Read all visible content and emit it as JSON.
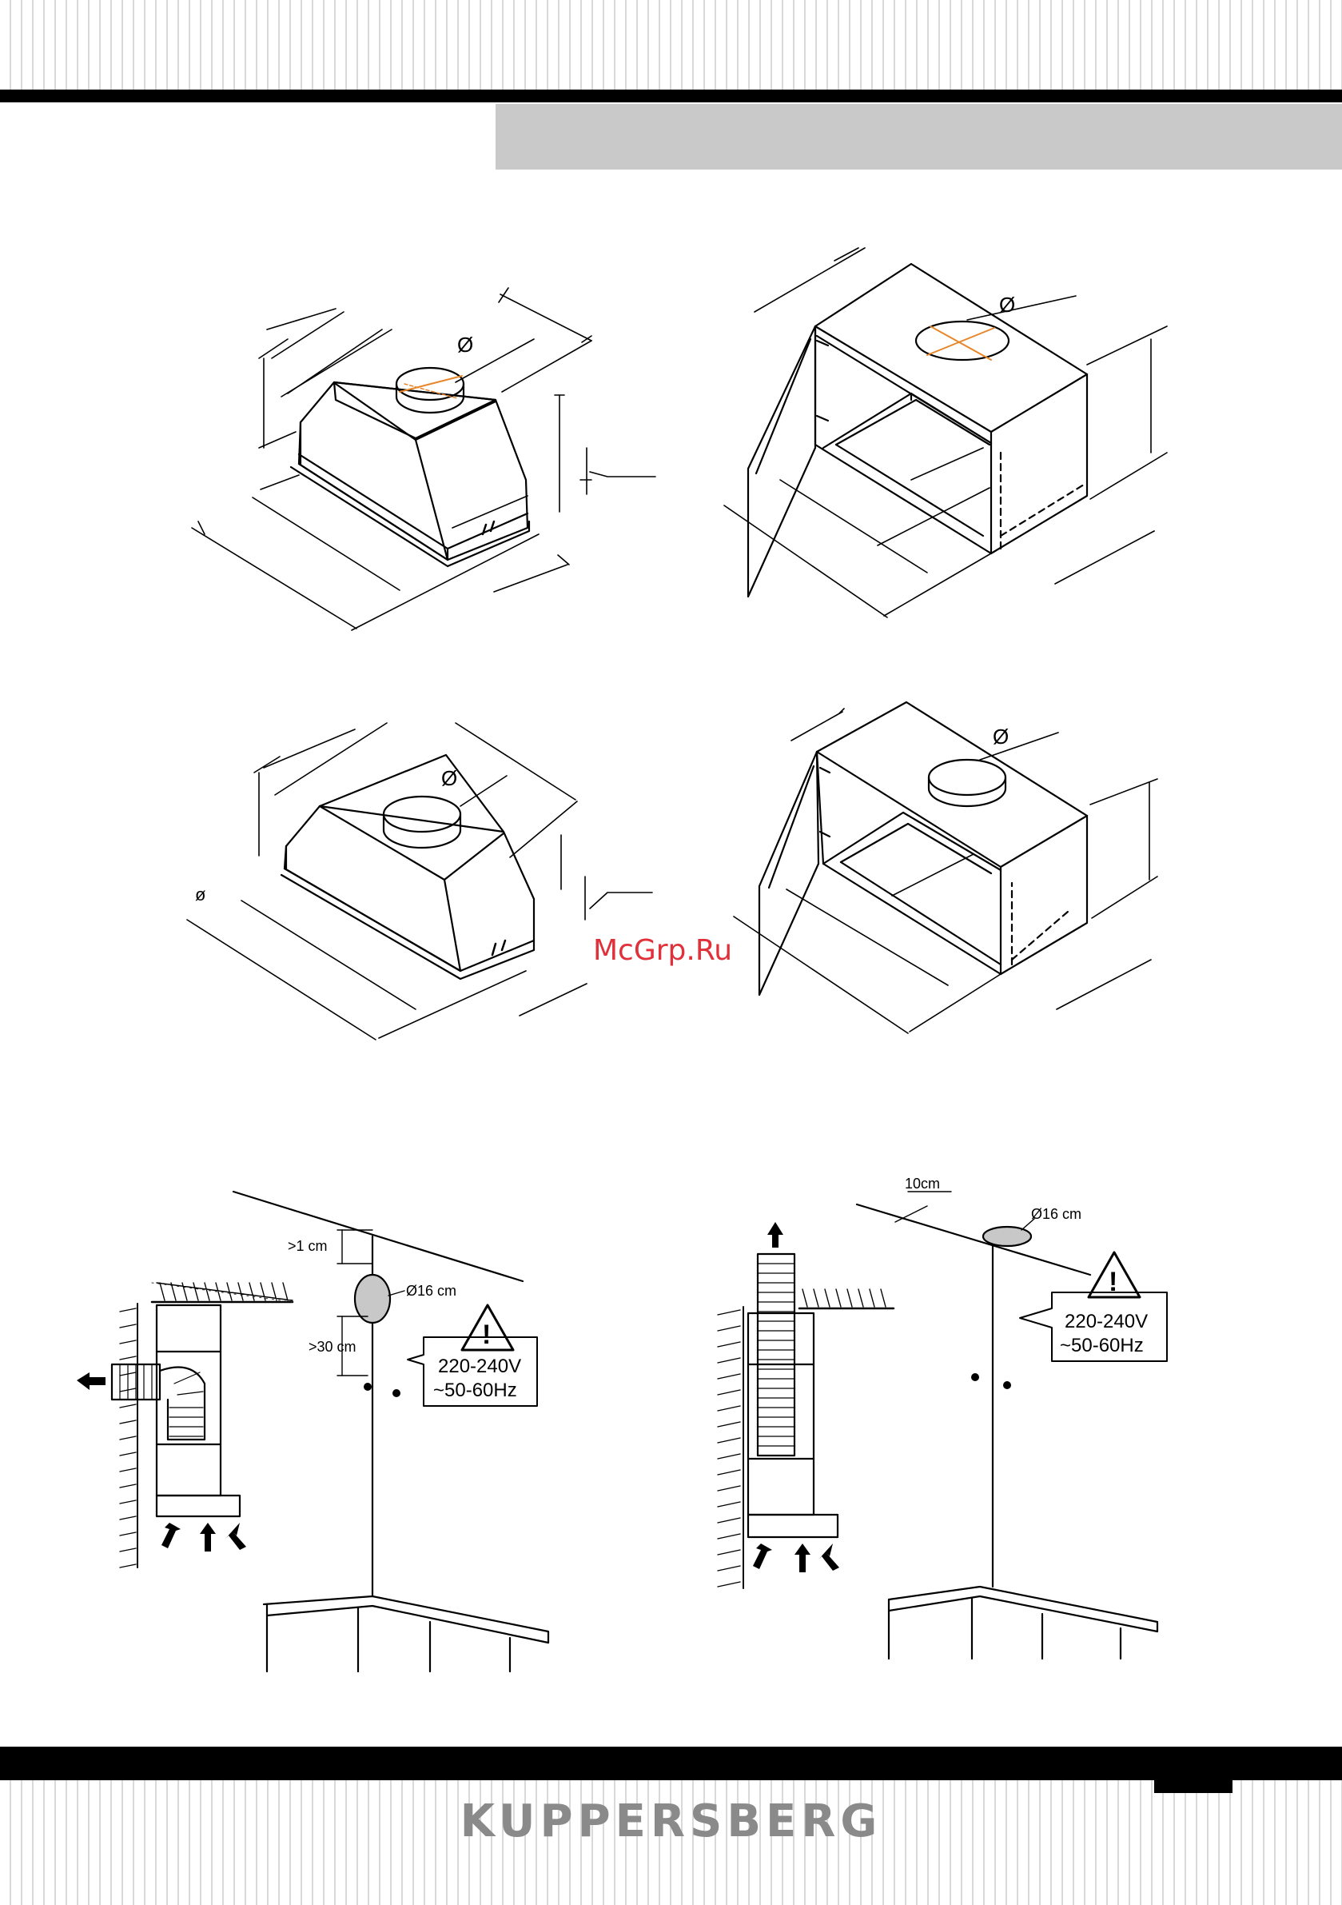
{
  "brand": {
    "name": "KUPPERSBERG"
  },
  "watermark": {
    "text": "McGrp.Ru"
  },
  "labels": {
    "diameter": "Ø",
    "diameter_small": "ø",
    "duct_16cm": "Ø16 cm",
    "min_1cm": ">1 cm",
    "min_30cm": ">30 cm",
    "dist_10cm": "10cm",
    "voltage": "220-240V",
    "frequency": "~50-60Hz",
    "warning_mark": "!"
  },
  "colors": {
    "bars": "#000000",
    "header_band": "#c9c9c9",
    "brand_text": "#8a8a8a",
    "watermark": "#e0303a",
    "dimension_highlight": "#e8862a"
  }
}
